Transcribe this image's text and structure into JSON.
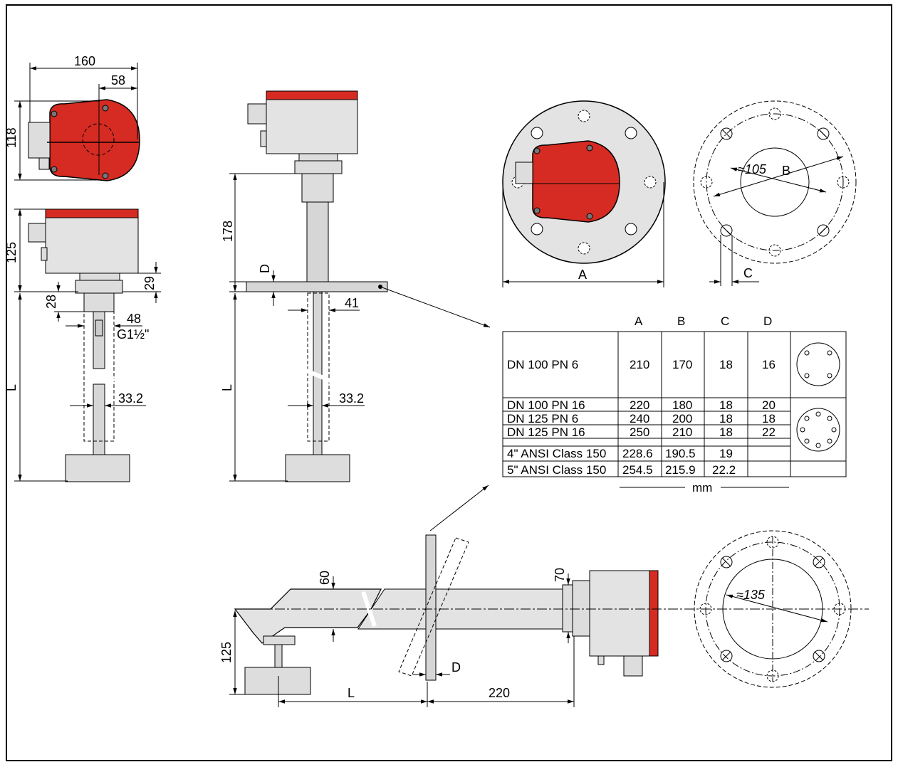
{
  "colors": {
    "housing_red": "#d52b22",
    "housing_grey": "#e3e3e3",
    "metal": "#d6d6d6",
    "line": "#000000"
  },
  "top_left": {
    "width": "160",
    "offset": "58",
    "height_top": "118",
    "height_side": "125",
    "nut_height": "29",
    "thread_len": "28",
    "thread_dia": "48",
    "thread_type": "G1½\"",
    "rod_dia": "33.2",
    "length": "L"
  },
  "top_middle": {
    "height": "178",
    "flange_thk": "D",
    "thread_dia": "41",
    "rod_dia": "33.2",
    "length": "L"
  },
  "flange_front": {
    "dim_a": "A"
  },
  "bolt_circle_1": {
    "inner_dia": "≈105",
    "bcd": "B",
    "hole": "C"
  },
  "table": {
    "headers": [
      "A",
      "B",
      "C",
      "D"
    ],
    "rows": [
      {
        "name": "DN 100 PN 6",
        "a": "210",
        "b": "170",
        "c": "18",
        "d": "16"
      },
      {
        "name": "DN 100 PN 16",
        "a": "220",
        "b": "180",
        "c": "18",
        "d": "20"
      },
      {
        "name": "DN 125 PN 6",
        "a": "240",
        "b": "200",
        "c": "18",
        "d": "18"
      },
      {
        "name": "DN 125 PN 16",
        "a": "250",
        "b": "210",
        "c": "18",
        "d": "22"
      },
      {
        "name": "4\" ANSI Class 150",
        "a": "228.6",
        "b": "190.5",
        "c": "19",
        "d": ""
      },
      {
        "name": "5\" ANSI Class 150",
        "a": "254.5",
        "b": "215.9",
        "c": "22.2",
        "d": ""
      }
    ],
    "unit": "mm"
  },
  "bottom": {
    "pipe_dia": "60",
    "height": "125",
    "nut_height": "70",
    "flange_thk": "D",
    "length": "L",
    "dist": "220"
  },
  "bolt_circle_2": {
    "inner_dia": "≈135"
  }
}
